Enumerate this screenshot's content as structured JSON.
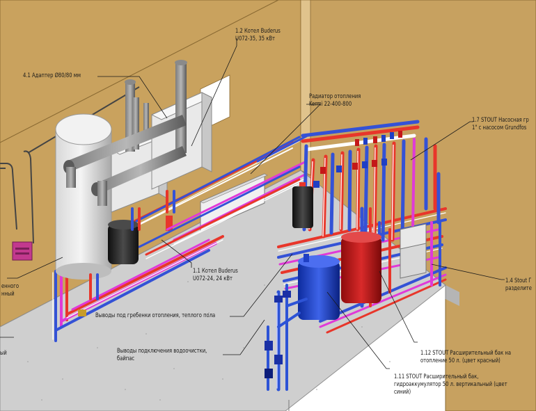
{
  "labels": {
    "adapter": "4.1 Адаптер Ø80/80 мм",
    "boiler35": [
      "1.2 Котел Buderus",
      "U072-35, 35 кВт"
    ],
    "radiator": [
      "Радиатор отопления",
      "Kermi 22-400-800"
    ],
    "pump_group": [
      "1.7 STOUT Насосная гр",
      "1\" с насосом Grundfos"
    ],
    "boiler24": [
      "1.1 Котел Buderus",
      "U072-24, 24 кВт"
    ],
    "outlets_floor": "Выводы под гребенки отопления, теплого пола",
    "separator": [
      "1.4 Stout Г",
      "разделите"
    ],
    "tank_red": [
      "1.12 STOUT Расширительный бак на",
      "отопление 50 л. (цвет красный)"
    ],
    "tank_blue": [
      "1.11 STOUT Расширительный бак,",
      "гидроаккумулятор 50 л. вертикальный (цвет",
      "синий)"
    ],
    "water_treatment": [
      "Выводы подключения водоочистки,",
      "байпас"
    ],
    "left_cut_1": [
      "енного",
      "нный"
    ],
    "left_cut_2": "ый"
  },
  "colors": {
    "wall": "#c9a25e",
    "wall_edge": "#8a6a33",
    "floor": "#cfcfcf",
    "supply_pipe": "#e8362a",
    "return_pipe": "#3452d6",
    "floor_heating_pipe": "#e03ad8",
    "flue_pipe": "#555555",
    "tank_blue": "#1f3fc4",
    "tank_red": "#c41818"
  }
}
